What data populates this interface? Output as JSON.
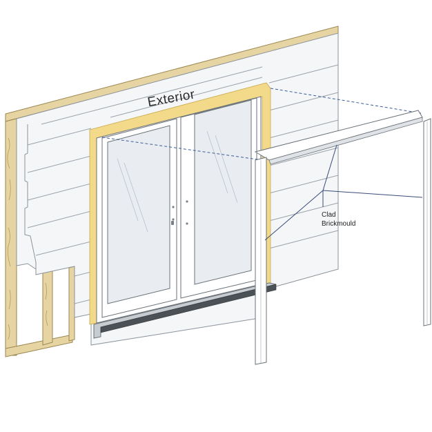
{
  "labels": {
    "exterior": "Exterior",
    "callout_line1": "Clad",
    "callout_line2": "Brickmould"
  },
  "colors": {
    "siding": "#f4f6f8",
    "siding_edge": "#8a929a",
    "framing": "#e6d4a2",
    "framing_edge": "#9a8650",
    "wood_grain": "#b89a5a",
    "flashing_tape": "#f3d98a",
    "door_frame": "#ffffff",
    "glass": "#e9edf1",
    "sill": "#c7ccd1",
    "callout_line": "#3a4a7a",
    "dashed_guide": "#3a5a9a"
  }
}
